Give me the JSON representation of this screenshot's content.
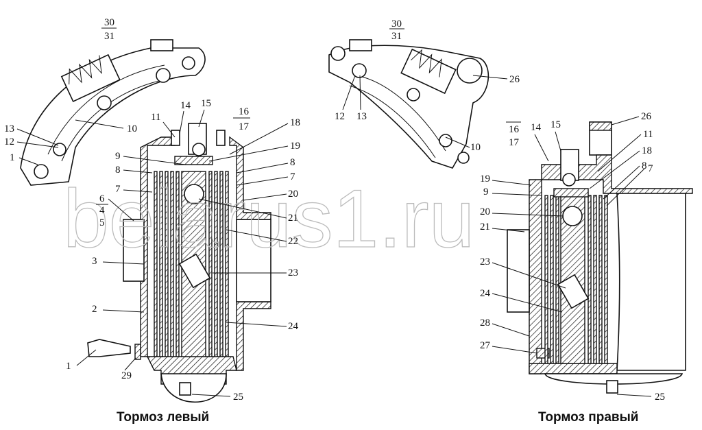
{
  "watermark": "belarus1.ru",
  "left": {
    "caption": "Тормоз левый",
    "labels": [
      "30",
      "31",
      "13",
      "12",
      "1",
      "10",
      "11",
      "14",
      "15",
      "16",
      "17",
      "18",
      "19",
      "9",
      "8",
      "8",
      "7",
      "7",
      "20",
      "6",
      "4",
      "5",
      "21",
      "22",
      "3",
      "23",
      "2",
      "24",
      "1",
      "29",
      "25"
    ]
  },
  "right": {
    "caption": "Тормоз правый",
    "labels": [
      "30",
      "31",
      "12",
      "13",
      "26",
      "10",
      "26",
      "16",
      "17",
      "14",
      "15",
      "11",
      "18",
      "19",
      "9",
      "8",
      "7",
      "20",
      "21",
      "23",
      "24",
      "28",
      "27",
      "25"
    ]
  }
}
